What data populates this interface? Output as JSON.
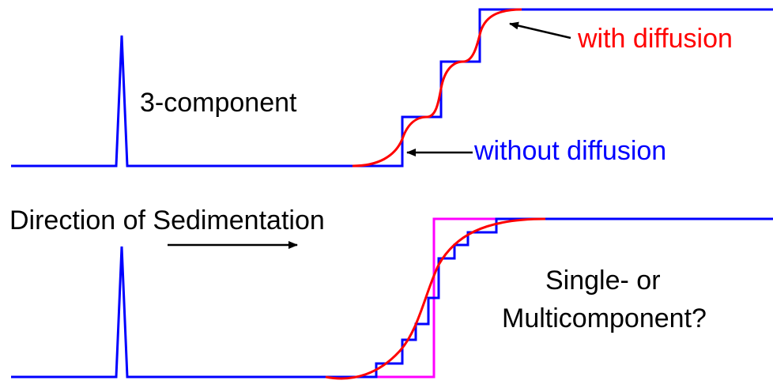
{
  "labels": {
    "three_component": "3-component",
    "with_diffusion": "with diffusion",
    "without_diffusion": "without diffusion",
    "direction": "Direction of Sedimentation",
    "question_line1": "Single- or",
    "question_line2": "Multicomponent?"
  },
  "colors": {
    "step_profile": "#0000ff",
    "diffusion_curve": "#ff0000",
    "single_component_step": "#ff00ff",
    "arrow": "#000000",
    "text_black": "#000000",
    "text_red": "#ff0000",
    "text_blue": "#0000ff"
  }
}
